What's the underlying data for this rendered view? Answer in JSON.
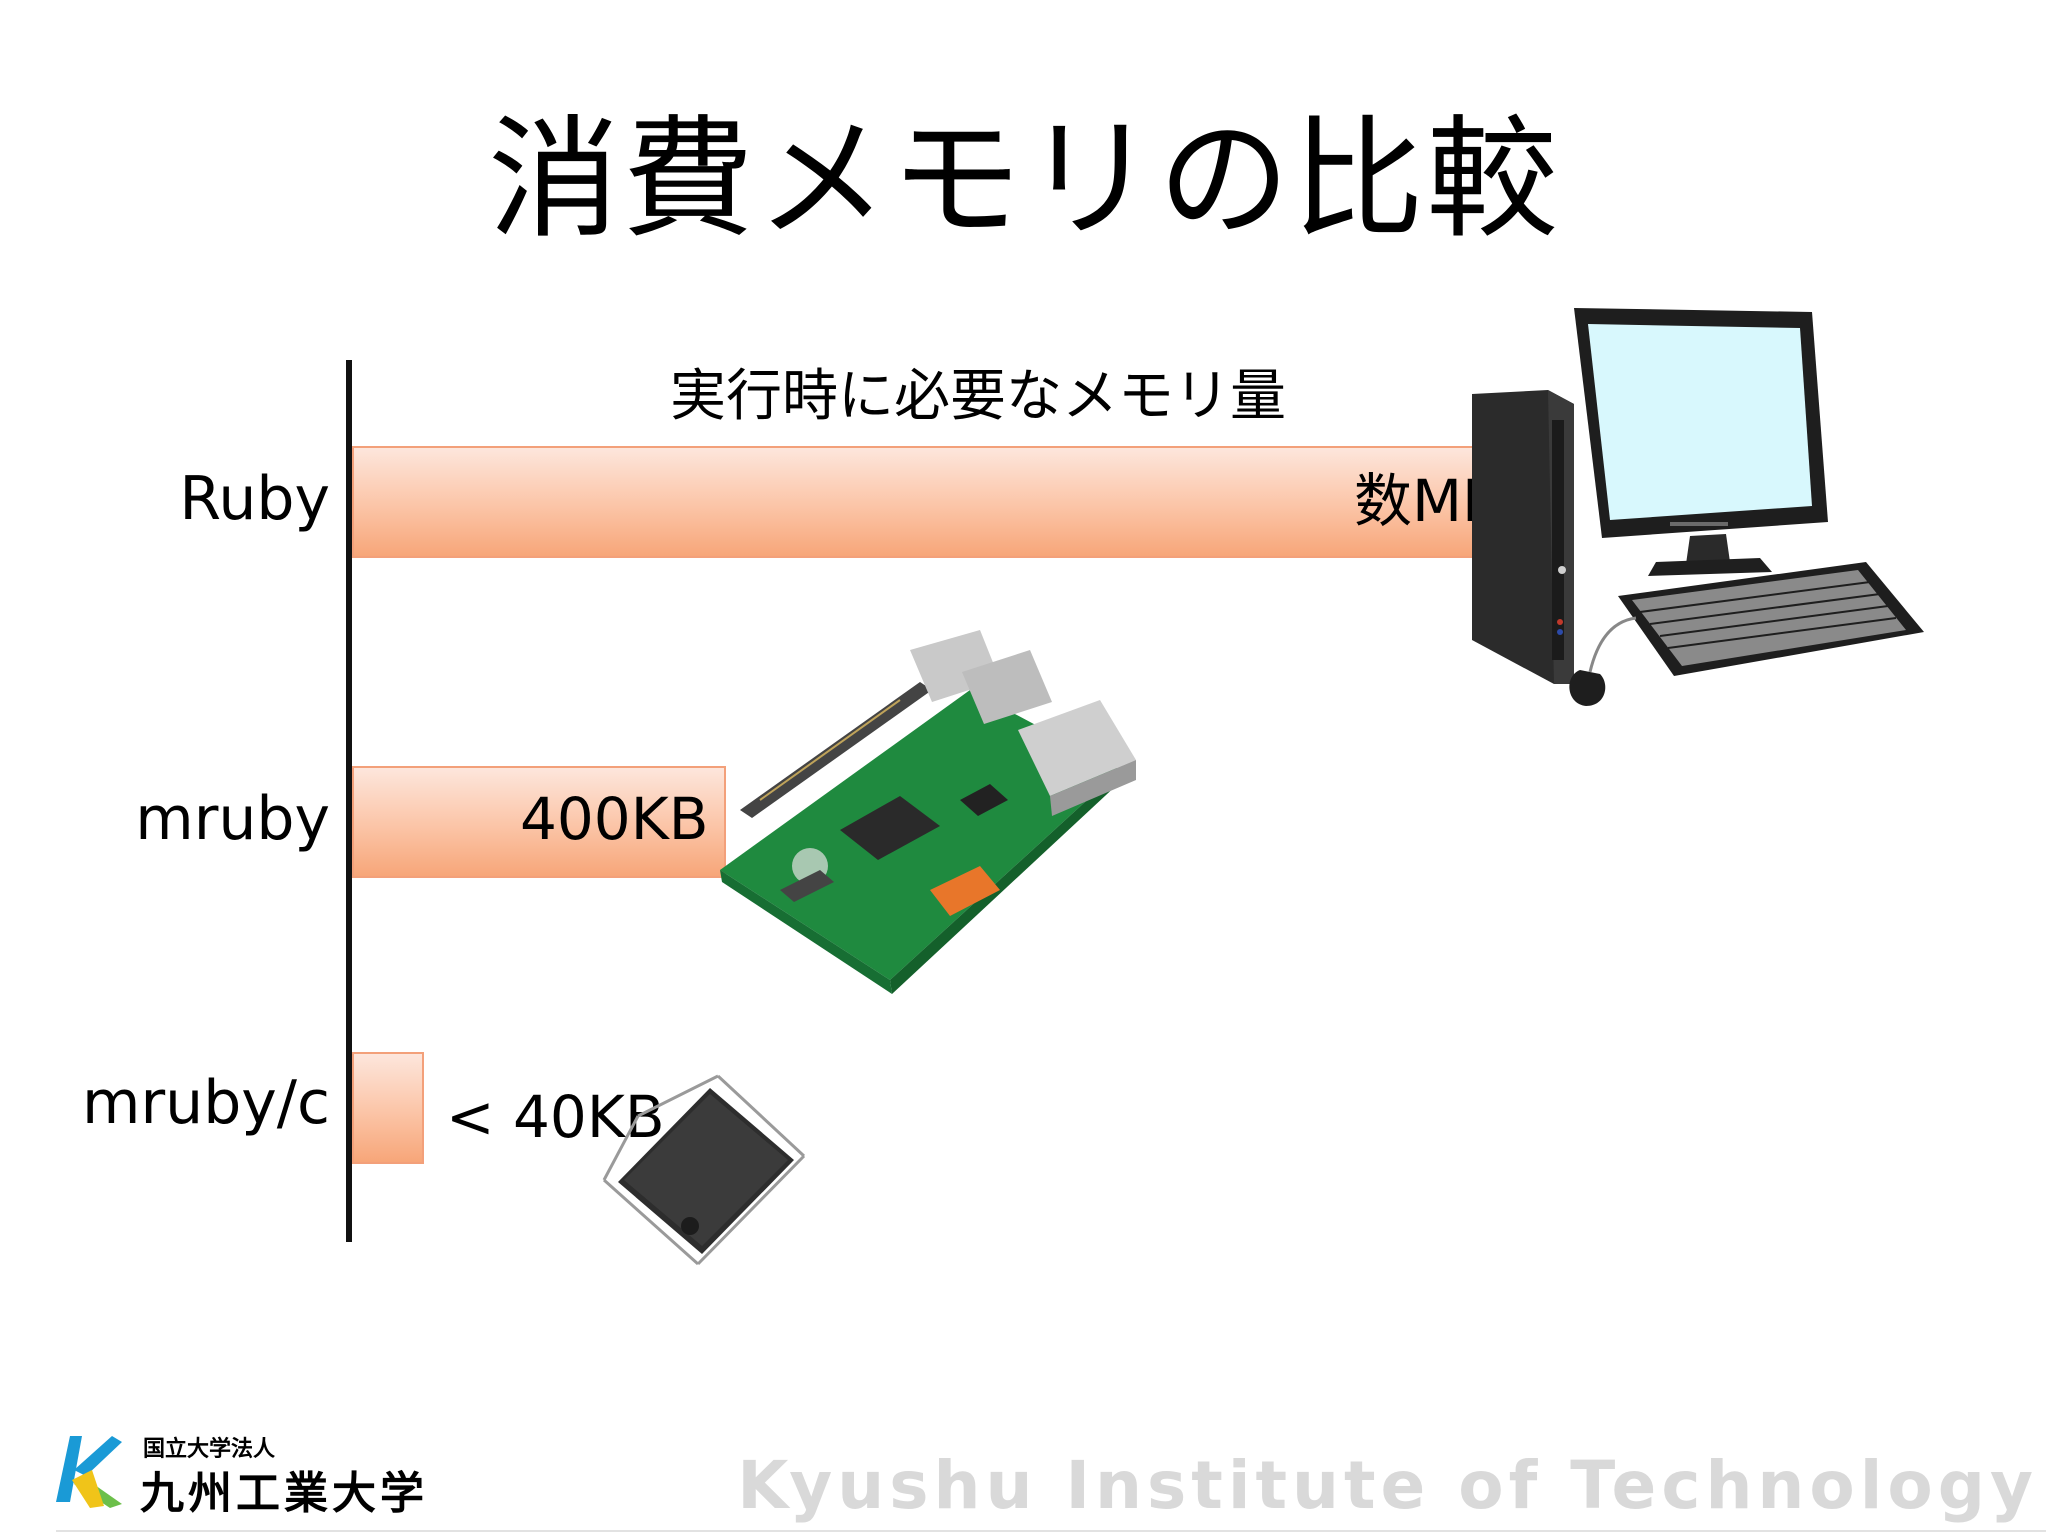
{
  "slide": {
    "title": "消費メモリの比較",
    "subtitle": "実行時に必要なメモリ量"
  },
  "bars": [
    {
      "label": "Ruby",
      "value_label": "数MB"
    },
    {
      "label": "mruby",
      "value_label": "400KB"
    },
    {
      "label": "mruby/c",
      "value_label": "< 40KB"
    }
  ],
  "footer": {
    "org_small": "国立大学法人",
    "org_name": "九州工業大学",
    "org_name_en": "Kyushu Institute of Technology"
  },
  "icons": [
    "desktop-pc-icon",
    "raspberry-pi-icon",
    "microcontroller-chip-icon",
    "university-logo-icon"
  ],
  "colors": {
    "bar_fill": "#fbc4a6",
    "bar_border": "#f3a07a",
    "footer_text": "#d9d9d9"
  }
}
